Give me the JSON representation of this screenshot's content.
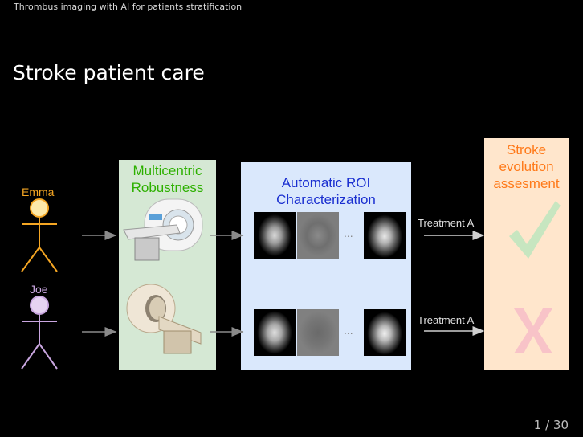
{
  "header": {
    "title": "Thrombus imaging with AI for patients stratification"
  },
  "slide": {
    "title": "Stroke patient care",
    "page": "1 / 30"
  },
  "patients": [
    {
      "name": "Emma",
      "color": "#f5a623"
    },
    {
      "name": "Joe",
      "color": "#c9a6e0"
    }
  ],
  "stages": {
    "robustness": {
      "line1": "Multicentric",
      "line2": "Robustness"
    },
    "roi": {
      "line1": "Automatic ROI",
      "line2": "Characterization",
      "ellipsis": "..."
    },
    "evolution": {
      "line1": "Stroke",
      "line2": "evolution",
      "line3": "assesment"
    }
  },
  "treatments": [
    {
      "label": "Treatment A",
      "outcome": "check-icon"
    },
    {
      "label": "Treatment A",
      "outcome": "cross-icon"
    }
  ],
  "colors": {
    "green_panel": "#d5e8d4",
    "blue_panel": "#dae8fc",
    "orange_panel": "#ffe6cc",
    "green_text": "#2db000",
    "blue_text": "#1a2fd0",
    "orange_text": "#ff7a1a"
  }
}
